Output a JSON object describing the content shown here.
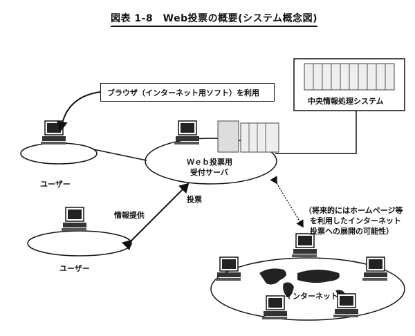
{
  "title": "図表 1-8　Web投票の概要(システム概念図)",
  "labels": {
    "browser": "ブラウザ（インターネット用ソフト）を利用",
    "central_system": "中央情報処理システム",
    "server_line1": "Ｗｅｂ投票用",
    "server_line2": "受付サーバ",
    "user1": "ユーザー",
    "user2": "ユーザー",
    "vote": "投票",
    "info": "情報提供",
    "future_line1": "（将来的にはホームページ等",
    "future_line2": "を利用したインターネット",
    "future_line3": "投票への展開の可能性）",
    "internet": "インターネット"
  }
}
